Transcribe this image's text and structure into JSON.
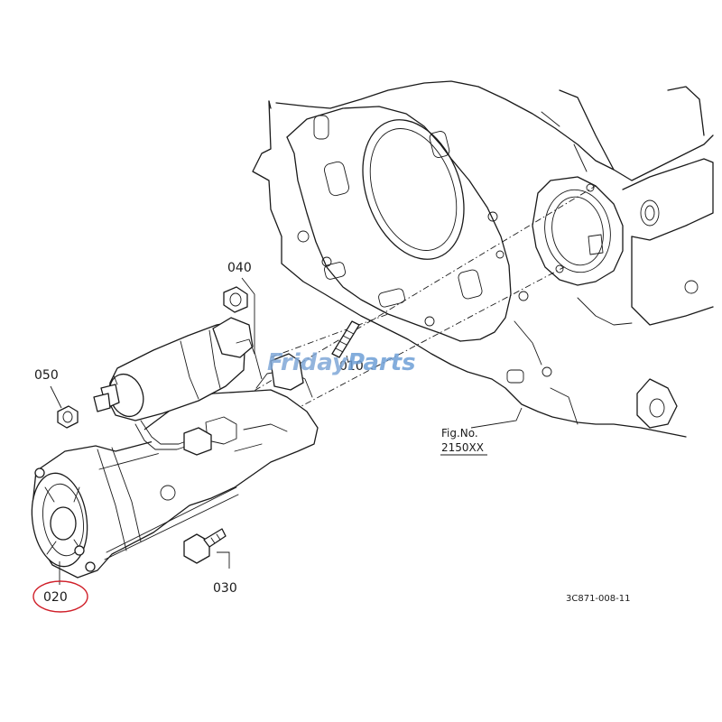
{
  "parts": [
    {
      "id": "010",
      "label": "010"
    },
    {
      "id": "020",
      "label": "020"
    },
    {
      "id": "030",
      "label": "030"
    },
    {
      "id": "040",
      "label": "040"
    },
    {
      "id": "050",
      "label": "050"
    }
  ],
  "figure_ref": {
    "line1": "Fig.No.",
    "line2": "2150XX"
  },
  "diagram_code": "3C871-008-11",
  "watermark": {
    "part1": "Friday",
    "part2": "Parts",
    "color1": "#7fa8d8",
    "color2": "#6e9fd6"
  },
  "highlight_color": "#d0202a"
}
